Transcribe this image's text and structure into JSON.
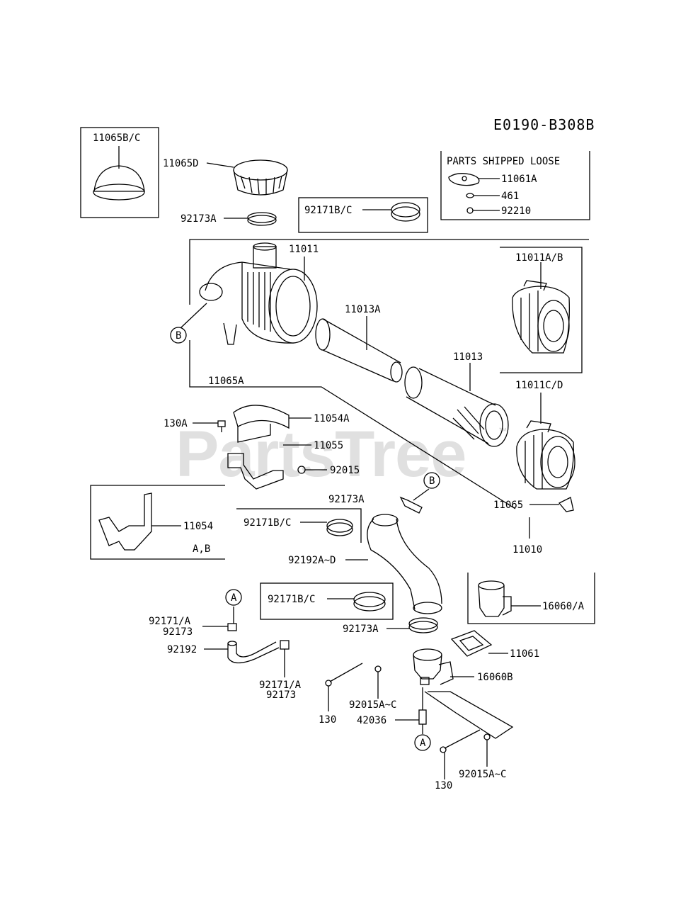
{
  "diagram_code": "E0190-B308B",
  "watermark": "PartsTree",
  "watermark_tm": "™",
  "shipped_loose_title": "PARTS SHIPPED LOOSE",
  "labels": {
    "l11065bc": "11065B/C",
    "l11065d": "11065D",
    "l92173a_top": "92173A",
    "l92171bc_top": "92171B/C",
    "l11061a": "11061A",
    "l461": "461",
    "l92210": "92210",
    "l11011": "11011",
    "l11011ab": "11011A/B",
    "l11013a": "11013A",
    "l11013": "11013",
    "l11065a": "11065A",
    "l11011cd": "11011C/D",
    "l130a": "130A",
    "l11054a": "11054A",
    "l11055": "11055",
    "l92015": "92015",
    "l92173a_mid": "92173A",
    "l92171bc_mid": "92171B/C",
    "l11054": "11054",
    "lab": "A,B",
    "l11065": "11065",
    "l11010": "11010",
    "l92192ad": "92192A~D",
    "l92171bc_low": "92171B/C",
    "l16060a": "16060/A",
    "l92171a_1": "92171/A",
    "l92173_1": "92173",
    "l92192": "92192",
    "l92173a_low": "92173A",
    "l11061": "11061",
    "l16060b": "16060B",
    "l92171a_2": "92171/A",
    "l92173_2": "92173",
    "l130_1": "130",
    "l92015ac_1": "92015A~C",
    "l42036": "42036",
    "l130_2": "130",
    "l92015ac_2": "92015A~C"
  },
  "callouts": {
    "b1": "B",
    "b2": "B",
    "a1": "A",
    "a2": "A"
  }
}
